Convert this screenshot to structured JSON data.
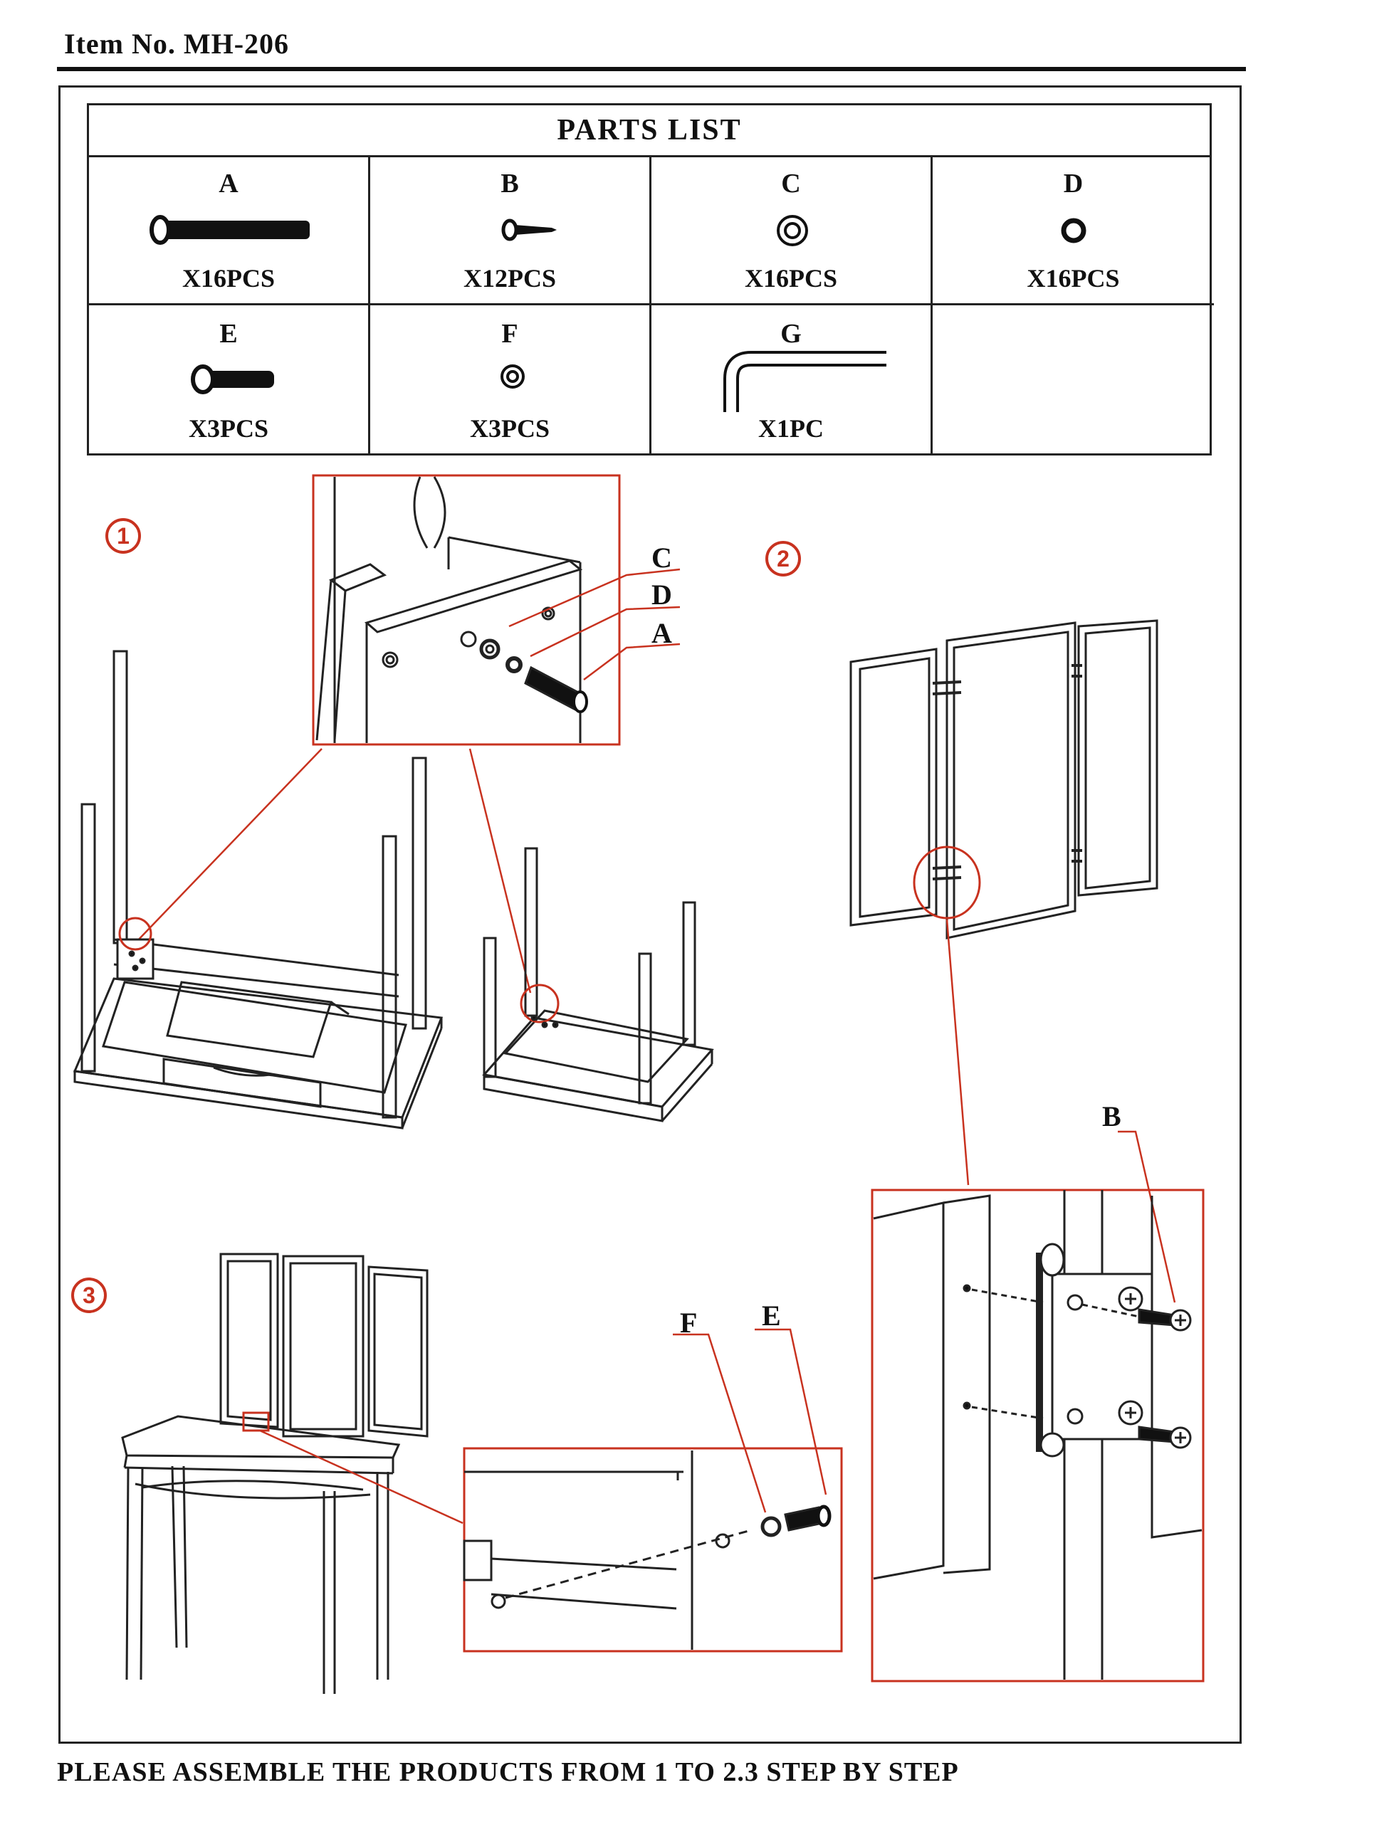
{
  "header": {
    "item_no": "Item No. MH-206"
  },
  "parts_list": {
    "title": "PARTS LIST",
    "parts": [
      {
        "letter": "A",
        "qty": "X16PCS",
        "icon": "long-bolt-icon"
      },
      {
        "letter": "B",
        "qty": "X12PCS",
        "icon": "wood-screw-icon"
      },
      {
        "letter": "C",
        "qty": "X16PCS",
        "icon": "flat-washer-icon"
      },
      {
        "letter": "D",
        "qty": "X16PCS",
        "icon": "spring-washer-icon"
      },
      {
        "letter": "E",
        "qty": "X3PCS",
        "icon": "short-bolt-icon"
      },
      {
        "letter": "F",
        "qty": "X3PCS",
        "icon": "washer-icon"
      },
      {
        "letter": "G",
        "qty": "X1PC",
        "icon": "allen-key-icon"
      }
    ]
  },
  "steps": {
    "step1": "1",
    "step2": "2",
    "step3": "3"
  },
  "callouts": {
    "c": "C",
    "d": "D",
    "a": "A",
    "b": "B",
    "f": "F",
    "e": "E"
  },
  "footer": {
    "instruction": "PLEASE ASSEMBLE THE PRODUCTS FROM 1 TO 2.3 STEP BY STEP"
  },
  "colors": {
    "accent": "#c8321f",
    "line": "#222222"
  }
}
